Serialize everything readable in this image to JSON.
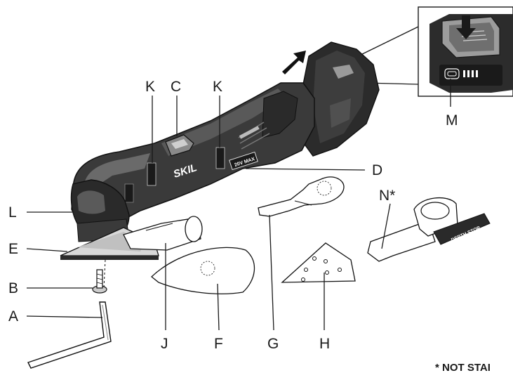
{
  "diagram": {
    "brand_logo_text": "SKIL",
    "battery_badge_text": "20V MAX",
    "depth_stop_text": "DEPTH STOP",
    "labels": {
      "A": "A",
      "B": "B",
      "C": "C",
      "D": "D",
      "E": "E",
      "F": "F",
      "G": "G",
      "H": "H",
      "J": "J",
      "K1": "K",
      "K2": "K",
      "L": "L",
      "M": "M",
      "N": "N*"
    },
    "footnote": "* NOT STAI"
  },
  "colors": {
    "tool_body": "#3a3a3a",
    "tool_dark": "#1e1e1e",
    "accent_gray": "#9a9a9a",
    "light_fill": "#e6e6e6"
  },
  "icons": [
    "arrow-up-right-icon",
    "press-down-arrow-icon",
    "wrench-icon",
    "screw-icon"
  ]
}
